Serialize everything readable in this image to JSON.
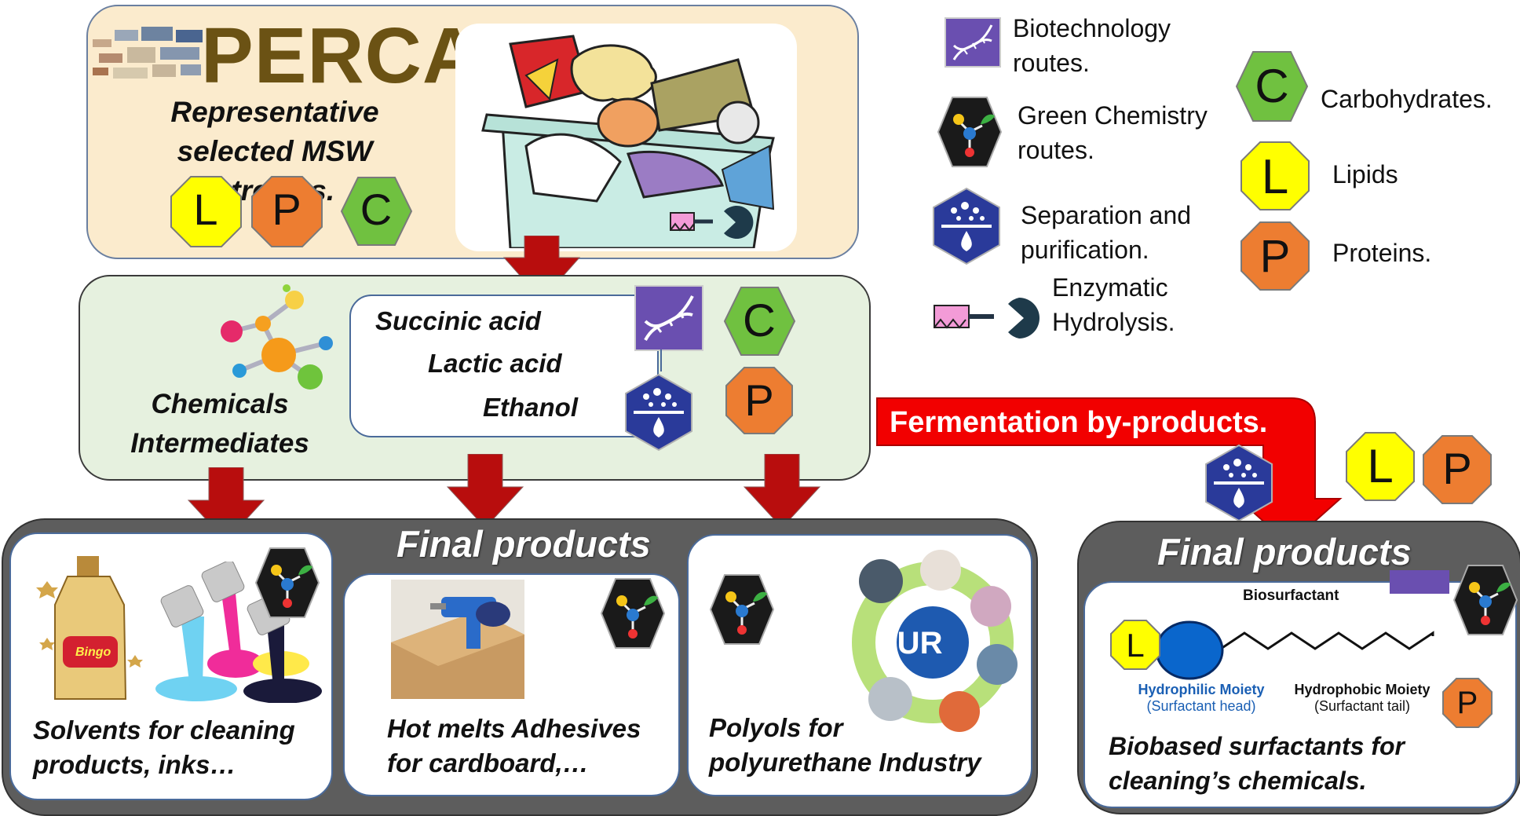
{
  "brand": {
    "name": "PERCAL"
  },
  "source": {
    "line1": "Representative",
    "line2": "selected MSW streams."
  },
  "badges": {
    "lipids": "L",
    "proteins": "P",
    "carbohydrates": "C"
  },
  "intermediates": {
    "label_line1": "Chemicals",
    "label_line2": "Intermediates",
    "items": [
      "Succinic acid",
      "Lactic acid",
      "Ethanol"
    ]
  },
  "fermentation": {
    "label": "Fermentation by-products."
  },
  "final_products": {
    "title": "Final products",
    "cards": [
      {
        "line1": "Solvents for cleaning",
        "line2": "products, inks…"
      },
      {
        "line1": "Hot melts Adhesives",
        "line2": "for cardboard,…"
      },
      {
        "line1": "Polyols for",
        "line2": "polyurethane Industry",
        "hub": "PUR"
      }
    ]
  },
  "final_products_right": {
    "title": "Final products",
    "diagram_title": "Biosurfactant",
    "head_label": "Hydrophilic Moiety",
    "head_sub": "(Surfactant head)",
    "tail_label": "Hydrophobic Moiety",
    "tail_sub": "(Surfactant tail)",
    "caption_line1": "Biobased surfactants for",
    "caption_line2": "cleaning’s chemicals."
  },
  "product_labels": {
    "bottle": "Bingo"
  },
  "legend": {
    "biotech": {
      "line1": "Biotechnology",
      "line2": "routes.",
      "icon": "dna-icon"
    },
    "green_chem": {
      "line1": "Green Chemistry",
      "line2": "routes.",
      "icon": "molecule-leaf-icon"
    },
    "separation": {
      "line1": "Separation and",
      "line2": "purification.",
      "icon": "droplet-filter-icon"
    },
    "enzymatic": {
      "line1": "Enzymatic",
      "line2": "Hydrolysis.",
      "icon": "enzyme-icon"
    },
    "carbohydrates": {
      "letter": "C",
      "label": "Carbohydrates."
    },
    "lipids": {
      "letter": "L",
      "label": "Lipids"
    },
    "proteins": {
      "letter": "P",
      "label": "Proteins."
    }
  },
  "colors": {
    "arrow": "#b80d0d",
    "red_arrow": "#f20000",
    "lipid": "#ffff00",
    "protein": "#ed7d31",
    "carb": "#70c140",
    "biotech_bg": "#6a4fb0",
    "separation_bg": "#2a3a9a",
    "panel_dark": "#5d5d5d"
  }
}
